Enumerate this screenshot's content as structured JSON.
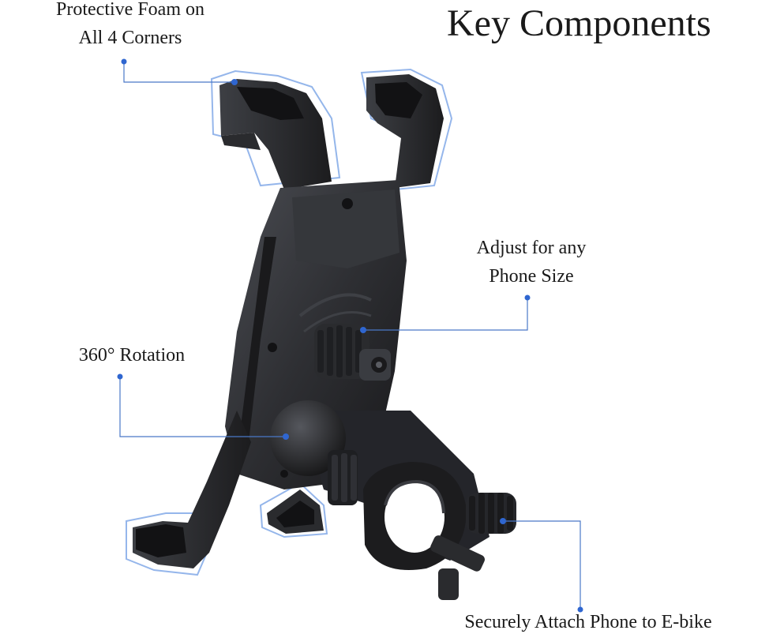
{
  "title": "Key Components",
  "callouts": {
    "foam": {
      "line1": "Protective Foam on",
      "line2": "All 4 Corners"
    },
    "size": {
      "line1": "Adjust for any",
      "line2": "Phone Size"
    },
    "rotation": {
      "line1": "360° Rotation"
    },
    "attach": {
      "line1": "Securely Attach Phone to E-bike"
    }
  },
  "colors": {
    "callout_line": "#4a78c8",
    "callout_dot": "#2f66d0",
    "outline_glow": "#7aa4e6",
    "product_dark": "#1c1c1e",
    "product_mid": "#2e2f33",
    "product_light": "#4a4c52"
  }
}
